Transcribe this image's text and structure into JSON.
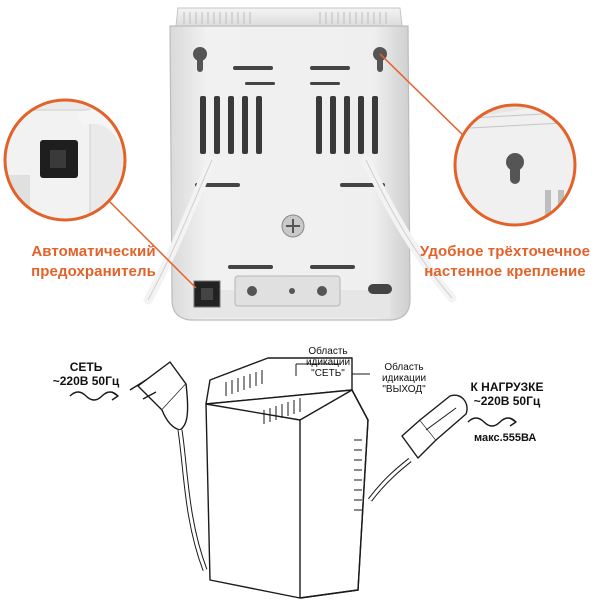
{
  "callouts": {
    "left": {
      "line1": "Автоматический",
      "line2": "предохранитель"
    },
    "right": {
      "line1": "Удобное трёхточечное",
      "line2": "настенное крепление"
    }
  },
  "diagram": {
    "input": {
      "line1": "СЕТЬ",
      "line2": "~220В 50Гц"
    },
    "indicator_network": {
      "line1": "Область",
      "line2": "идикации",
      "line3": "\"СЕТЬ\""
    },
    "indicator_output": {
      "line1": "Область",
      "line2": "идикации",
      "line3": "\"ВЫХОД\""
    },
    "output": {
      "line1": "К НАГРУЗКЕ",
      "line2": "~220В 50Гц",
      "line3": "макс.555ВА"
    }
  },
  "colors": {
    "accent": "#e2622a",
    "device": "#ececec",
    "background": "#ffffff"
  }
}
